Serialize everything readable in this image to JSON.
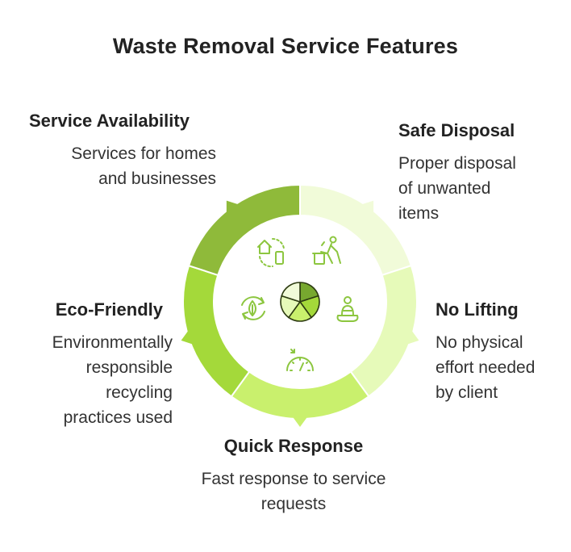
{
  "title": "Waste Removal Service Features",
  "colors": {
    "ring": [
      "#f1fbd9",
      "#e6fab9",
      "#c9f06d",
      "#a4d93a",
      "#8fba3a"
    ],
    "icon": "#8cc63f",
    "hub": [
      "#77a82f",
      "#a4d93a",
      "#c9f06d",
      "#e6fab9",
      "#f1fbd9"
    ]
  },
  "features": [
    {
      "id": "safe-disposal",
      "title": "Safe Disposal",
      "lines": [
        "Proper disposal",
        "of unwanted",
        "items"
      ],
      "icon": "person-disposing-trash-icon"
    },
    {
      "id": "no-lifting",
      "title": "No Lifting",
      "lines": [
        "No physical",
        "effort needed",
        "by client"
      ],
      "icon": "relaxed-person-icon"
    },
    {
      "id": "quick-response",
      "title": "Quick Response",
      "lines": [
        "Fast response to service",
        "requests"
      ],
      "icon": "speedometer-icon"
    },
    {
      "id": "eco-friendly",
      "title": "Eco-Friendly",
      "lines": [
        "Environmentally",
        "responsible",
        "recycling",
        "practices used"
      ],
      "icon": "recycling-leaf-icon"
    },
    {
      "id": "service-availability",
      "title": "Service Availability",
      "lines": [
        "Services for homes",
        "and businesses"
      ],
      "icon": "home-and-phone-icon"
    }
  ]
}
